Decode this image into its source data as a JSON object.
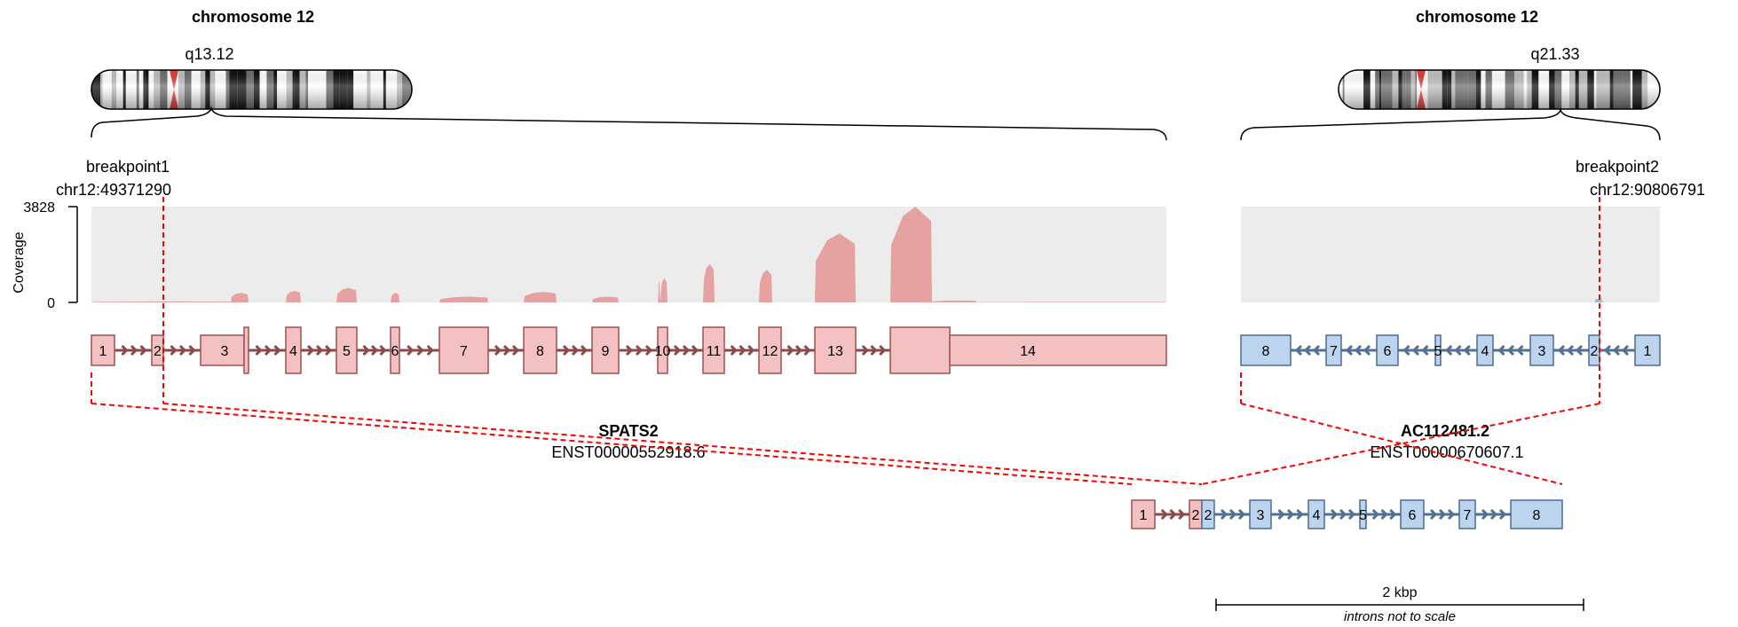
{
  "left_panel": {
    "chromosome_title": "chromosome 12",
    "band_label": "q13.12",
    "breakpoint_name": "breakpoint1",
    "breakpoint_coord": "chr12:49371290",
    "gene_name": "SPATS2",
    "transcript_id": "ENST00000552918.6",
    "exon_labels": [
      "1",
      "2",
      "3",
      "4",
      "5",
      "6",
      "7",
      "8",
      "9",
      "10",
      "11",
      "12",
      "13",
      "14"
    ]
  },
  "right_panel": {
    "chromosome_title": "chromosome 12",
    "band_label": "q21.33",
    "breakpoint_name": "breakpoint2",
    "breakpoint_coord": "chr12:90806791",
    "gene_name": "AC112481.2",
    "transcript_id": "ENST00000670607.1",
    "exon_labels": [
      "8",
      "7",
      "6",
      "5",
      "4",
      "3",
      "2",
      "1"
    ]
  },
  "coverage": {
    "axis_title": "Coverage",
    "max_label": "3828",
    "min_label": "0"
  },
  "fusion": {
    "exon_labels_left": [
      "1",
      "2"
    ],
    "exon_labels_right": [
      "2",
      "3",
      "4",
      "5",
      "6",
      "7",
      "8"
    ]
  },
  "scale": {
    "label": "2 kbp",
    "note": "introns not to scale"
  },
  "colors": {
    "left_exon_fill": "#f3c1c1",
    "left_exon_stroke": "#a15050",
    "left_intron": "#8b4a4a",
    "right_exon_fill": "#bcd4ee",
    "right_exon_stroke": "#4d6d93",
    "right_intron": "#52708f",
    "coverage_bg": "#ececec",
    "coverage_fill": "#e6a1a1",
    "breakpoint": "#ff0000"
  }
}
